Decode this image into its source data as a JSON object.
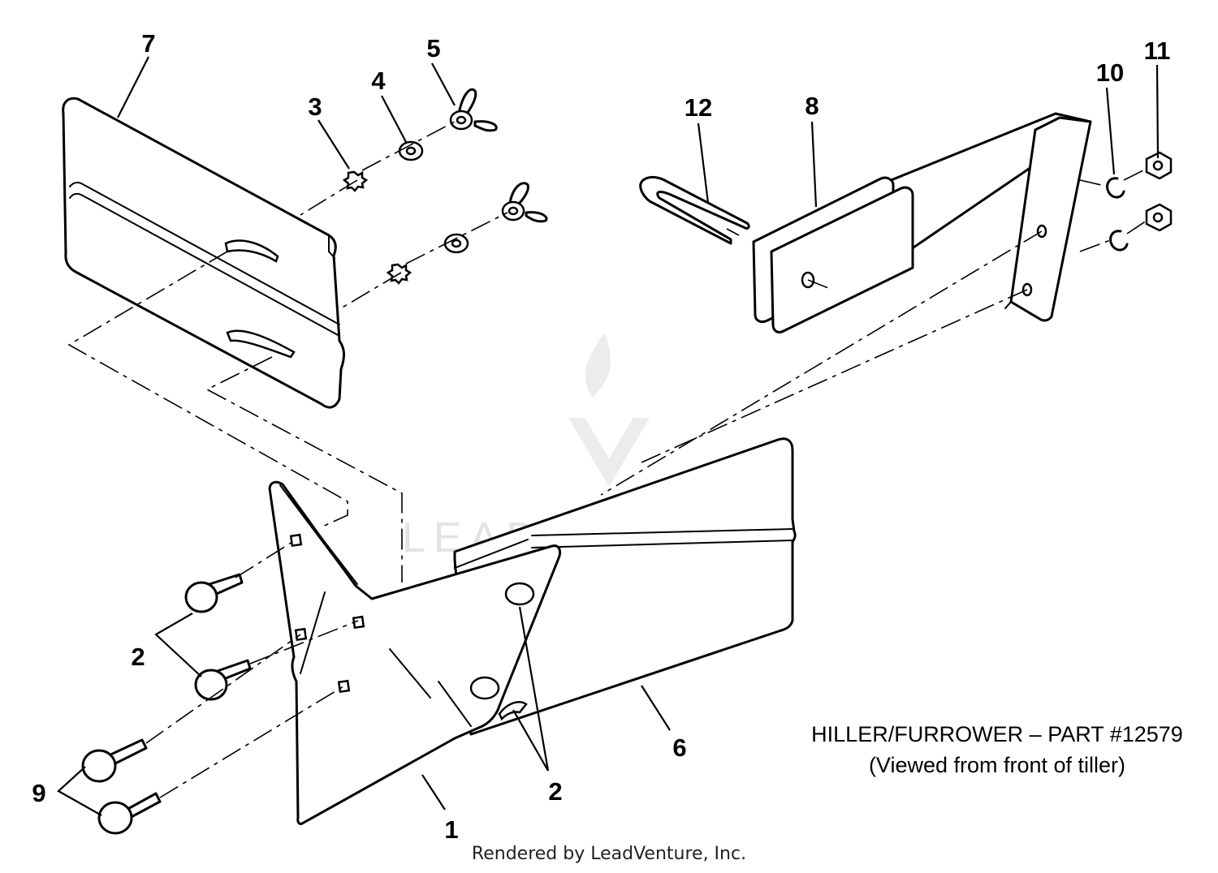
{
  "diagram": {
    "title_lines": [
      "HILLER/FURROWER – PART #12579",
      "(Viewed from front of tiller)"
    ],
    "callouts": [
      "7",
      "5",
      "4",
      "3",
      "12",
      "8",
      "10",
      "11",
      "2",
      "2",
      "9",
      "1",
      "6"
    ],
    "watermark": "LEADVENTURE",
    "footer": "Rendered by LeadVenture, Inc."
  },
  "colors": {
    "line": "#000000",
    "background": "#ffffff",
    "watermark": "#e3e3e3"
  }
}
